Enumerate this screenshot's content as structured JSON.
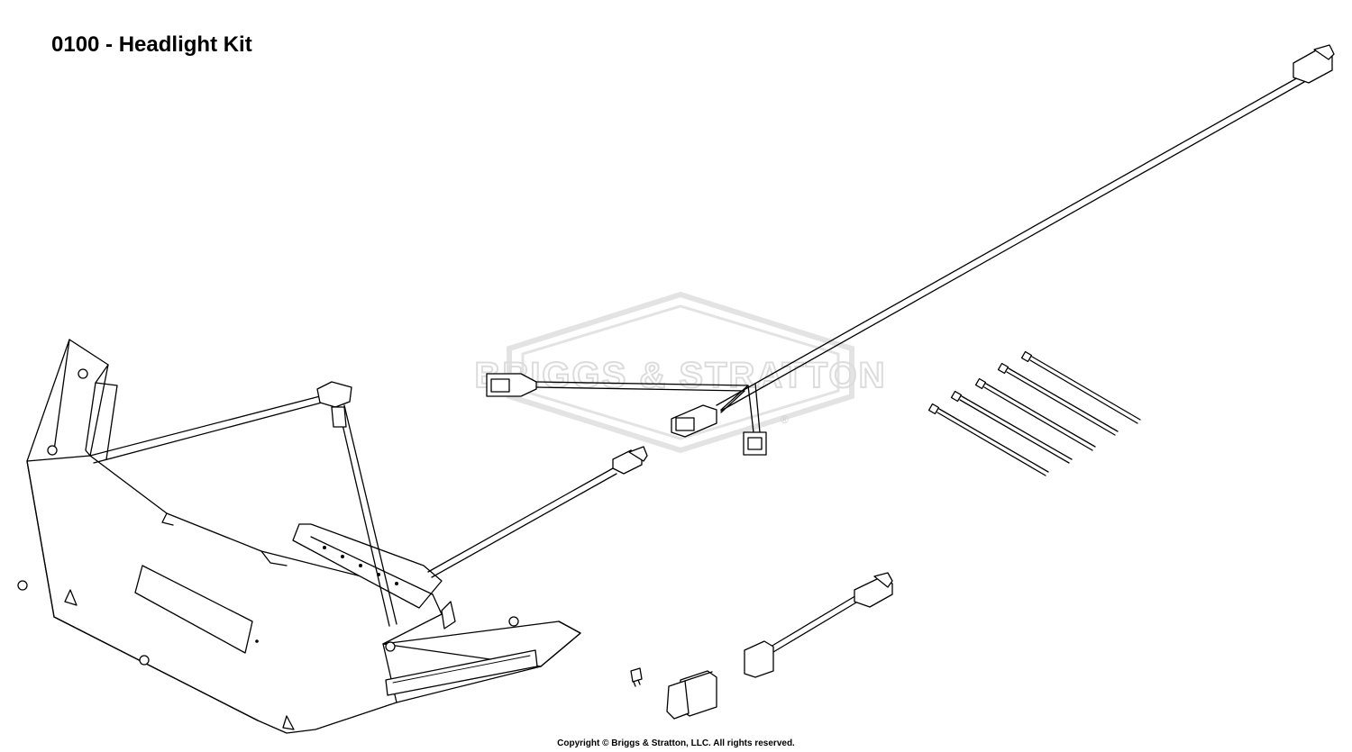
{
  "title": "0100 - Headlight Kit",
  "watermark": {
    "brand_text": "BRIGGS & STRATTON",
    "registered_mark": "®",
    "color": "#dcdcdc"
  },
  "copyright": "Copyright © Briggs & Stratton, LLC. All rights reserved."
}
